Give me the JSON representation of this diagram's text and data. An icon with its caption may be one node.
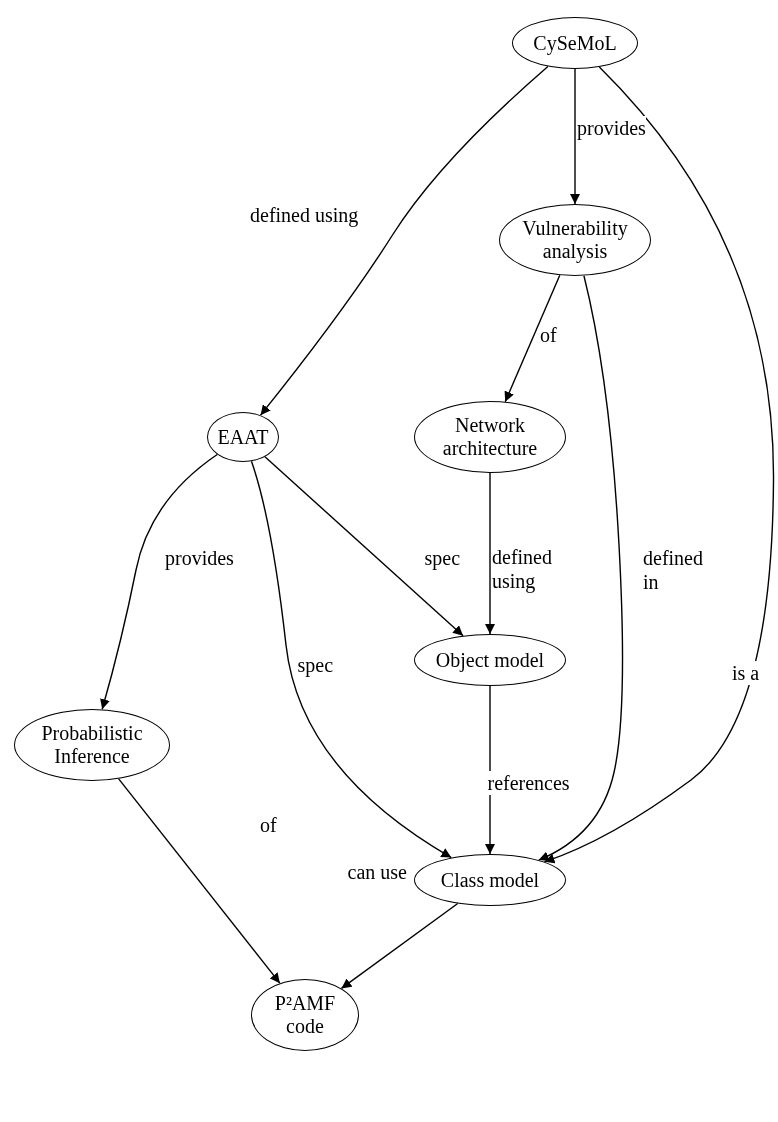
{
  "diagram": {
    "nodes": [
      {
        "text": [
          "CySeMoL"
        ]
      },
      {
        "text": [
          "Vulnerability analysis"
        ]
      },
      {
        "text": [
          "EAAT"
        ]
      },
      {
        "text": [
          "Network architecture"
        ]
      },
      {
        "text": [
          "Probabilistic Inference"
        ]
      },
      {
        "text": [
          "Object model"
        ]
      },
      {
        "text": [
          "Class model"
        ]
      },
      {
        "text": [
          "P²AMF code"
        ]
      }
    ],
    "edges": [
      {
        "from": 0,
        "to": 1,
        "arrow": "to",
        "label": "provides"
      },
      {
        "from": 0,
        "to": 2,
        "arrow": "to",
        "label": "defined using"
      },
      {
        "from": 0,
        "to": 6,
        "arrow": "to",
        "label": "is a"
      },
      {
        "from": 1,
        "to": 3,
        "arrow": "to",
        "label": "of"
      },
      {
        "from": 1,
        "to": 6,
        "arrow": "to",
        "label": "defined in"
      },
      {
        "from": 2,
        "to": 4,
        "arrow": "to",
        "label": "provides"
      },
      {
        "from": 2,
        "to": 5,
        "arrow": "to",
        "label": "spec"
      },
      {
        "from": 2,
        "to": 6,
        "arrow": "to",
        "label": "spec"
      },
      {
        "from": 3,
        "to": 5,
        "arrow": "to",
        "label": "defined using"
      },
      {
        "from": 5,
        "to": 6,
        "arrow": "to",
        "label": "references"
      },
      {
        "from": 4,
        "to": 7,
        "arrow": "to",
        "label": "of"
      },
      {
        "from": 6,
        "to": 7,
        "arrow": "to",
        "label": "can use"
      }
    ]
  }
}
